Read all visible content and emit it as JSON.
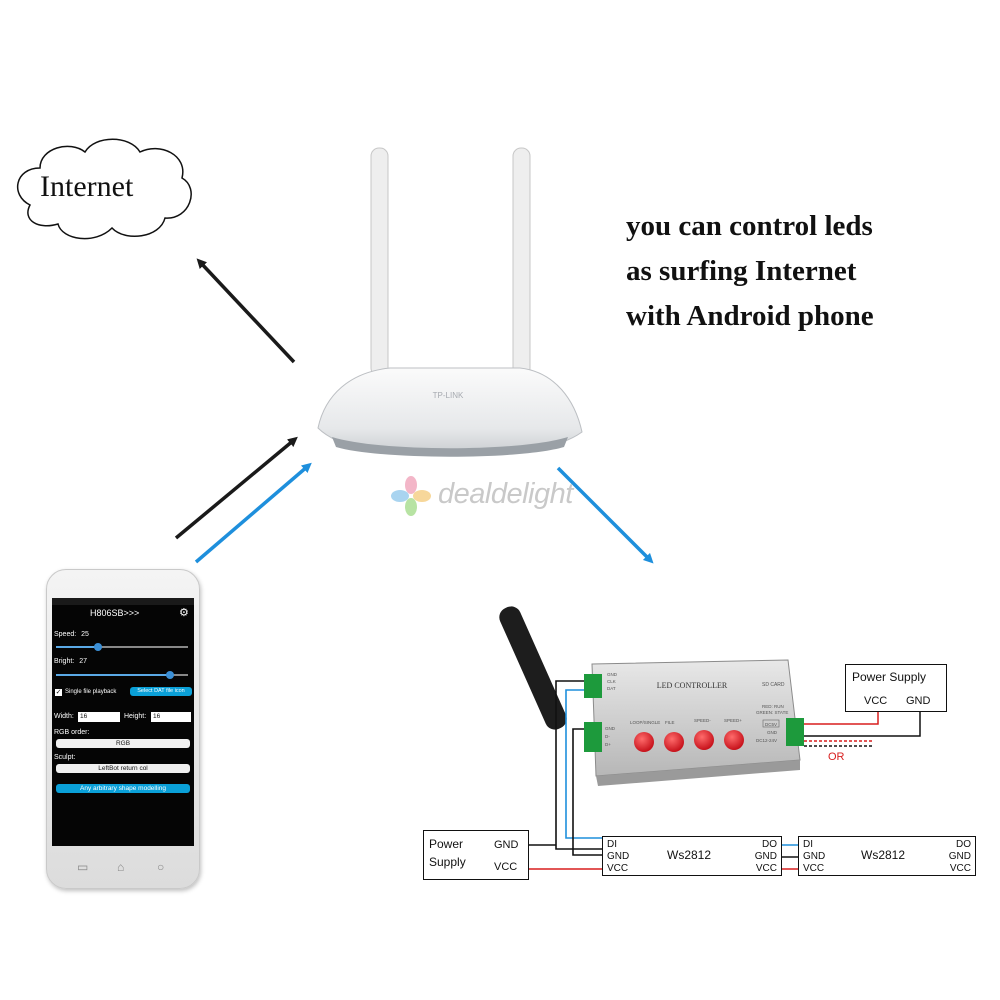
{
  "diagram": {
    "cloud_label": "Internet",
    "headline": [
      "you can control leds",
      "as surfing Internet",
      "with Android phone"
    ],
    "watermark": "dealdelight",
    "router": {
      "brand": "TP-LINK"
    },
    "phone": {
      "app_title": "H806SB>>>",
      "speed_label": "Speed:",
      "speed_value": "25",
      "speed_level": 0.32,
      "bright_label": "Bright:",
      "bright_value": "27",
      "bright_level": 0.86,
      "single_file_label": "Single file playback",
      "select_dat_label": "Select DAT file icon",
      "width_label": "Width:",
      "width_value": "16",
      "height_label": "Height:",
      "height_value": "16",
      "rgb_order_label": "RGB order:",
      "rgb_order_value": "RGB",
      "sculpt_label": "Sculpt:",
      "sculpt_value": "LeftBot return col",
      "modelling_label": "Any arbitrary shape modelling"
    },
    "controller": {
      "title": "LED CONTROLLER",
      "sd_card": "SD CARD",
      "top_left_pins": [
        "GND",
        "CLK",
        "DAT"
      ],
      "bottom_left_pins": [
        "GND",
        "D-",
        "D+"
      ],
      "button_labels": [
        "LOOP/SINGLE",
        "FILE",
        "SPEED-",
        "SPEED+"
      ],
      "status_labels": [
        "RED: RUN",
        "GREEN: STATE"
      ],
      "power_labels": [
        "DC5V",
        "GND",
        "DC12-24V"
      ]
    },
    "power_supply_right": {
      "line1": "Power Supply",
      "vcc": "VCC",
      "gnd": "GND"
    },
    "or_label": "OR",
    "power_supply_left": {
      "line1": "Power",
      "line2": "Supply",
      "gnd": "GND",
      "vcc": "VCC"
    },
    "ws_strips": [
      {
        "name": "Ws2812",
        "left_pins": [
          "DI",
          "GND",
          "VCC"
        ],
        "right_pins": [
          "DO",
          "GND",
          "VCC"
        ]
      },
      {
        "name": "Ws2812",
        "left_pins": [
          "DI",
          "GND",
          "VCC"
        ],
        "right_pins": [
          "DO",
          "GND",
          "VCC"
        ]
      }
    ],
    "colors": {
      "arrow_dark": "#1a1a1a",
      "arrow_blue": "#1e8fdc",
      "wire_red": "#d81e1e",
      "wire_blue": "#1e8fdc",
      "wire_black": "#111111",
      "controller_button": "#e0121e"
    }
  }
}
